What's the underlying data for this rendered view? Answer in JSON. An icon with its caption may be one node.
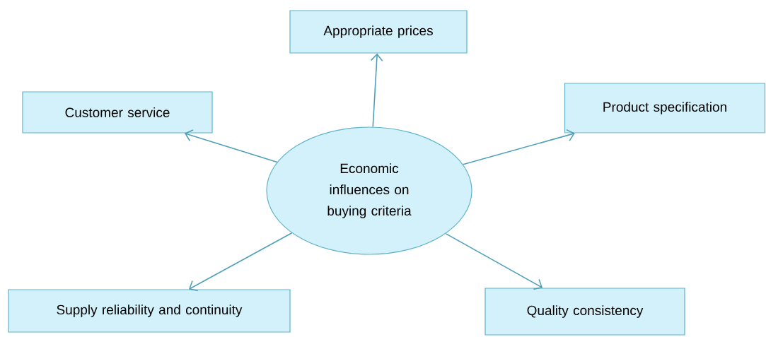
{
  "diagram": {
    "nodes": [
      {
        "text": [
          "Appropriate prices"
        ]
      },
      {
        "text": [
          "Customer service"
        ]
      },
      {
        "text": [
          "Product specification"
        ]
      },
      {
        "text": [
          "Economic influences on buying criteria"
        ]
      },
      {
        "text": [
          "Supply reliability and continuity"
        ]
      },
      {
        "text": [
          "Quality consistency"
        ]
      }
    ],
    "edges": [
      {
        "from": 3,
        "to": 0,
        "arrow": "to"
      },
      {
        "from": 3,
        "to": 1,
        "arrow": "to"
      },
      {
        "from": 3,
        "to": 2,
        "arrow": "to"
      },
      {
        "from": 3,
        "to": 4,
        "arrow": "to"
      },
      {
        "from": 3,
        "to": 5,
        "arrow": "to"
      }
    ]
  }
}
